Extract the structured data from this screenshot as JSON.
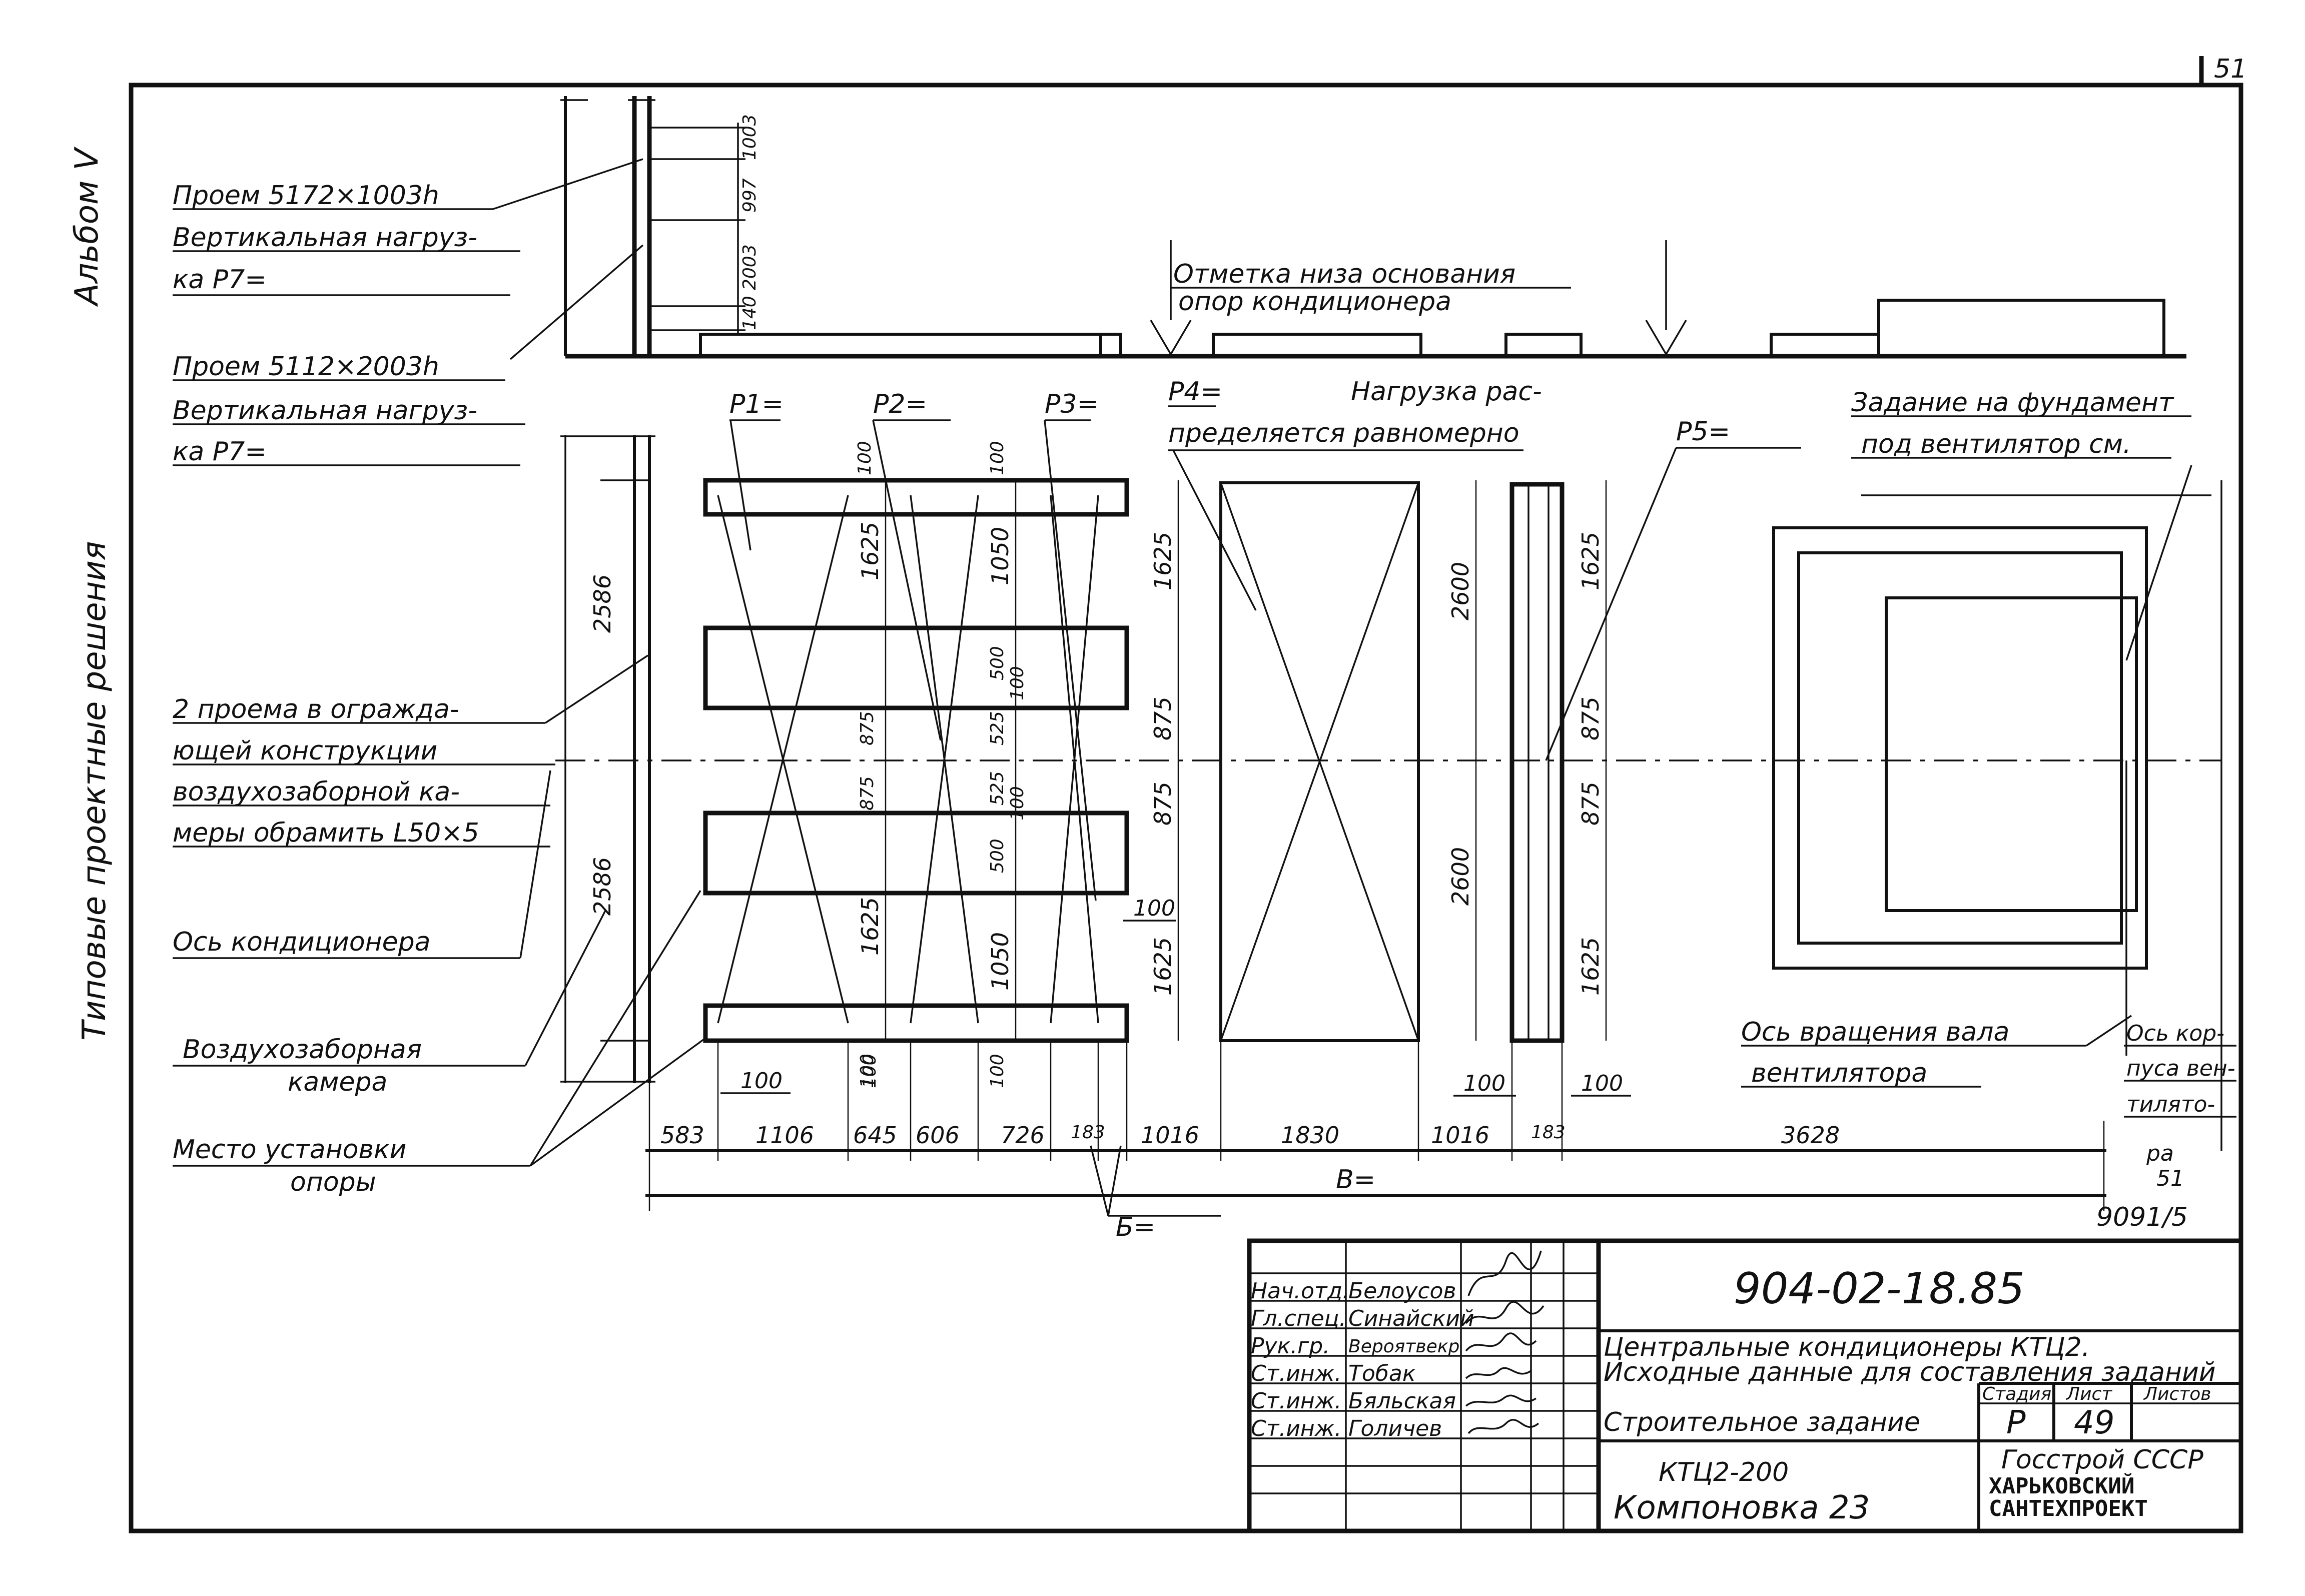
{
  "sheet_corner": "51",
  "album_label": "Альбом V",
  "series_label": "Типовые проектные решения",
  "left_notes": [
    "Проем 5172×1003h",
    "Вертикальная нагруз-",
    "ка Р7=",
    "Проем 5112×2003h",
    "Вертикальная нагруз-",
    "ка Р7=",
    "2 проема в огражда-",
    "ющей конструкции",
    "воздухозаборной ка-",
    "меры обрамить L50×5",
    "Ось кондиционера",
    "Воздухозаборная",
    "камера",
    "Место установки",
    "опоры"
  ],
  "top_notes": [
    "Отметка низа основания",
    "опор кондиционера"
  ],
  "loads": {
    "p1": "Р1=",
    "p2": "Р2=",
    "p3": "Р3=",
    "p4": "Р4=",
    "p5": "Р5=",
    "p4_note_1": "Нагрузка рас-",
    "p4_note_2": "пределяется равномерно"
  },
  "fan_notes": [
    "Задание на фундамент",
    "под вентилятор см."
  ],
  "axis_notes": [
    "Ось вращения вала",
    "вентилятора",
    "Ось кор-",
    "пуса вен-",
    "тилято-"
  ],
  "fan_ref": [
    "ра",
    "51",
    "9091/5"
  ],
  "elevation_dims": [
    "1003",
    "997",
    "2003",
    "140"
  ],
  "vertical_dims": {
    "left_2586_top": "2586",
    "left_2586_bottom": "2586",
    "c1": [
      "100",
      "1625",
      "875",
      "875",
      "1625",
      "100"
    ],
    "c2": [
      "100",
      "1050",
      "500",
      "100",
      "525",
      "525",
      "100",
      "500",
      "1050",
      "100"
    ],
    "c3": [
      "1625",
      "875",
      "875",
      "1625"
    ],
    "c4": [
      "2600",
      "2600"
    ],
    "c5": [
      "1625",
      "875",
      "875",
      "1625"
    ]
  },
  "small_dims": [
    "100",
    "100",
    "100",
    "100",
    "100"
  ],
  "horizontal_dims": [
    "583",
    "1106",
    "645",
    "606",
    "726",
    "183",
    "1016",
    "1830",
    "1016",
    "183",
    "3628"
  ],
  "overall_dim": "В=",
  "b_dim": "Б=",
  "title_block": {
    "doc_code": "904-02-18.85",
    "title_line1": "Центральные кондиционеры КТЦ2.",
    "title_line2": "Исходные данные для составления заданий",
    "sheet_name": "Строительное задание",
    "stage_label": "Стадия",
    "sheet_label": "Лист",
    "sheets_label": "Листов",
    "stage": "Р",
    "sheet_no": "49",
    "model": "КТЦ2-200",
    "layout": "Компоновка 23",
    "org_line1": "Госстрой СССР",
    "org_line2": "ХАРЬКОВСКИЙ",
    "org_line3": "САНТЕХПРОЕКТ",
    "roles": [
      "Нач.отд.",
      "Гл.спец.",
      "Рук.гр.",
      "Ст.инж.",
      "Ст.инж.",
      "Ст.инж."
    ],
    "names": [
      "Белоусов",
      "Синайский",
      "Вероятвекр",
      "Тобак",
      "Бяльская",
      "Голичев"
    ]
  }
}
